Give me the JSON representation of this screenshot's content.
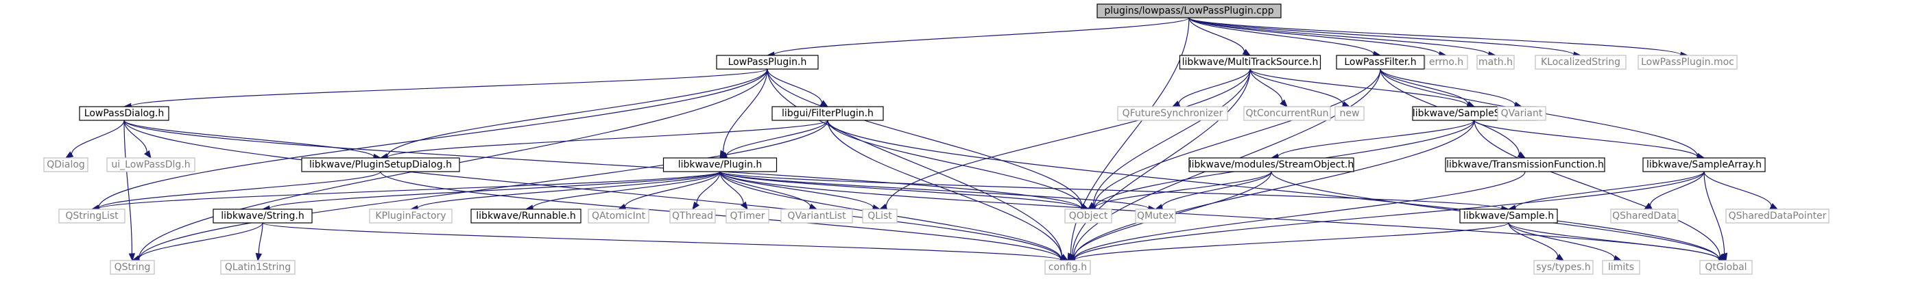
{
  "colors": {
    "edge": "#191970",
    "root_fill": "#bfbfbf",
    "root_border": "#000000",
    "doc_border": "#000000",
    "doc_text": "#000000",
    "undoc_border": "#bfbfbf",
    "undoc_text": "#7f7f7f",
    "fill": "#ffffff"
  },
  "nodes": [
    {
      "id": "root",
      "label": "plugins/lowpass/LowPassPlugin.cpp",
      "kind": "root"
    },
    {
      "id": "lpph",
      "label": "LowPassPlugin.h",
      "kind": "doc"
    },
    {
      "id": "mts",
      "label": "libkwave/MultiTrackSource.h",
      "kind": "doc"
    },
    {
      "id": "lpf",
      "label": "LowPassFilter.h",
      "kind": "doc"
    },
    {
      "id": "errno",
      "label": "errno.h",
      "kind": "undoc"
    },
    {
      "id": "math",
      "label": "math.h",
      "kind": "undoc"
    },
    {
      "id": "kls",
      "label": "KLocalizedString",
      "kind": "undoc"
    },
    {
      "id": "moc",
      "label": "LowPassPlugin.moc",
      "kind": "undoc"
    },
    {
      "id": "lpd",
      "label": "LowPassDialog.h",
      "kind": "doc"
    },
    {
      "id": "fp",
      "label": "libgui/FilterPlugin.h",
      "kind": "doc"
    },
    {
      "id": "qfs",
      "label": "QFutureSynchronizer",
      "kind": "undoc"
    },
    {
      "id": "qcr",
      "label": "QtConcurrentRun",
      "kind": "undoc"
    },
    {
      "id": "new",
      "label": "new",
      "kind": "undoc"
    },
    {
      "id": "ss",
      "label": "libkwave/SampleSource.h",
      "kind": "doc"
    },
    {
      "id": "qvar",
      "label": "QVariant",
      "kind": "undoc"
    },
    {
      "id": "qdialog",
      "label": "QDialog",
      "kind": "undoc"
    },
    {
      "id": "uilp",
      "label": "ui_LowPassDlg.h",
      "kind": "undoc"
    },
    {
      "id": "psd",
      "label": "libkwave/PluginSetupDialog.h",
      "kind": "doc"
    },
    {
      "id": "plugin",
      "label": "libkwave/Plugin.h",
      "kind": "doc"
    },
    {
      "id": "so",
      "label": "libkwave/modules/StreamObject.h",
      "kind": "doc"
    },
    {
      "id": "tf",
      "label": "libkwave/TransmissionFunction.h",
      "kind": "doc"
    },
    {
      "id": "sa",
      "label": "libkwave/SampleArray.h",
      "kind": "doc"
    },
    {
      "id": "qsl",
      "label": "QStringList",
      "kind": "undoc"
    },
    {
      "id": "str",
      "label": "libkwave/String.h",
      "kind": "doc"
    },
    {
      "id": "kpf",
      "label": "KPluginFactory",
      "kind": "undoc"
    },
    {
      "id": "run",
      "label": "libkwave/Runnable.h",
      "kind": "doc"
    },
    {
      "id": "qai",
      "label": "QAtomicInt",
      "kind": "undoc"
    },
    {
      "id": "qthread",
      "label": "QThread",
      "kind": "undoc"
    },
    {
      "id": "qtimer",
      "label": "QTimer",
      "kind": "undoc"
    },
    {
      "id": "qvl",
      "label": "QVariantList",
      "kind": "undoc"
    },
    {
      "id": "qlist",
      "label": "QList",
      "kind": "undoc"
    },
    {
      "id": "qobject",
      "label": "QObject",
      "kind": "undoc"
    },
    {
      "id": "qmutex",
      "label": "QMutex",
      "kind": "undoc"
    },
    {
      "id": "sample",
      "label": "libkwave/Sample.h",
      "kind": "doc"
    },
    {
      "id": "qsd",
      "label": "QSharedData",
      "kind": "undoc"
    },
    {
      "id": "qsdp",
      "label": "QSharedDataPointer",
      "kind": "undoc"
    },
    {
      "id": "qstring",
      "label": "QString",
      "kind": "undoc"
    },
    {
      "id": "ql1s",
      "label": "QLatin1String",
      "kind": "undoc"
    },
    {
      "id": "config",
      "label": "config.h",
      "kind": "undoc"
    },
    {
      "id": "systypes",
      "label": "sys/types.h",
      "kind": "undoc"
    },
    {
      "id": "limits",
      "label": "limits",
      "kind": "undoc"
    },
    {
      "id": "qglobal",
      "label": "QtGlobal",
      "kind": "undoc"
    }
  ],
  "edges": [
    [
      "root",
      "lpph"
    ],
    [
      "root",
      "mts"
    ],
    [
      "root",
      "lpf"
    ],
    [
      "root",
      "errno"
    ],
    [
      "root",
      "math"
    ],
    [
      "root",
      "kls"
    ],
    [
      "root",
      "moc"
    ],
    [
      "root",
      "config"
    ],
    [
      "lpph",
      "lpd"
    ],
    [
      "lpph",
      "fp"
    ],
    [
      "lpph",
      "plugin"
    ],
    [
      "lpph",
      "psd"
    ],
    [
      "lpph",
      "qsl"
    ],
    [
      "lpph",
      "qobject"
    ],
    [
      "lpph",
      "config"
    ],
    [
      "lpph",
      "qstring"
    ],
    [
      "lpd",
      "qdialog"
    ],
    [
      "lpd",
      "uilp"
    ],
    [
      "lpd",
      "psd"
    ],
    [
      "lpd",
      "qobject"
    ],
    [
      "lpd",
      "qstring"
    ],
    [
      "lpd",
      "config"
    ],
    [
      "fp",
      "plugin"
    ],
    [
      "fp",
      "psd"
    ],
    [
      "fp",
      "qobject"
    ],
    [
      "fp",
      "config"
    ],
    [
      "fp",
      "qstring"
    ],
    [
      "fp",
      "qglobal"
    ],
    [
      "psd",
      "qsl"
    ],
    [
      "psd",
      "config"
    ],
    [
      "plugin",
      "str"
    ],
    [
      "plugin",
      "kpf"
    ],
    [
      "plugin",
      "run"
    ],
    [
      "plugin",
      "qai"
    ],
    [
      "plugin",
      "qthread"
    ],
    [
      "plugin",
      "qtimer"
    ],
    [
      "plugin",
      "qvl"
    ],
    [
      "plugin",
      "qlist"
    ],
    [
      "plugin",
      "qobject"
    ],
    [
      "plugin",
      "qmutex"
    ],
    [
      "plugin",
      "qsl"
    ],
    [
      "plugin",
      "config"
    ],
    [
      "plugin",
      "qglobal"
    ],
    [
      "plugin",
      "sample"
    ],
    [
      "str",
      "qstring"
    ],
    [
      "str",
      "ql1s"
    ],
    [
      "str",
      "config"
    ],
    [
      "mts",
      "qfs"
    ],
    [
      "mts",
      "qcr"
    ],
    [
      "mts",
      "new"
    ],
    [
      "mts",
      "ss"
    ],
    [
      "mts",
      "qlist"
    ],
    [
      "mts",
      "qobject"
    ],
    [
      "mts",
      "config"
    ],
    [
      "lpf",
      "ss"
    ],
    [
      "lpf",
      "qvar"
    ],
    [
      "lpf",
      "tf"
    ],
    [
      "lpf",
      "sa"
    ],
    [
      "lpf",
      "qobject"
    ],
    [
      "lpf",
      "config"
    ],
    [
      "ss",
      "so"
    ],
    [
      "ss",
      "sa"
    ],
    [
      "ss",
      "qobject"
    ],
    [
      "ss",
      "config"
    ],
    [
      "ss",
      "qglobal"
    ],
    [
      "so",
      "qobject"
    ],
    [
      "so",
      "qmutex"
    ],
    [
      "so",
      "config"
    ],
    [
      "so",
      "qglobal"
    ],
    [
      "tf",
      "config"
    ],
    [
      "sa",
      "qsd"
    ],
    [
      "sa",
      "qsdp"
    ],
    [
      "sa",
      "sample"
    ],
    [
      "sa",
      "config"
    ],
    [
      "sa",
      "qglobal"
    ],
    [
      "sample",
      "systypes"
    ],
    [
      "sample",
      "limits"
    ],
    [
      "sample",
      "qglobal"
    ],
    [
      "sample",
      "config"
    ]
  ]
}
